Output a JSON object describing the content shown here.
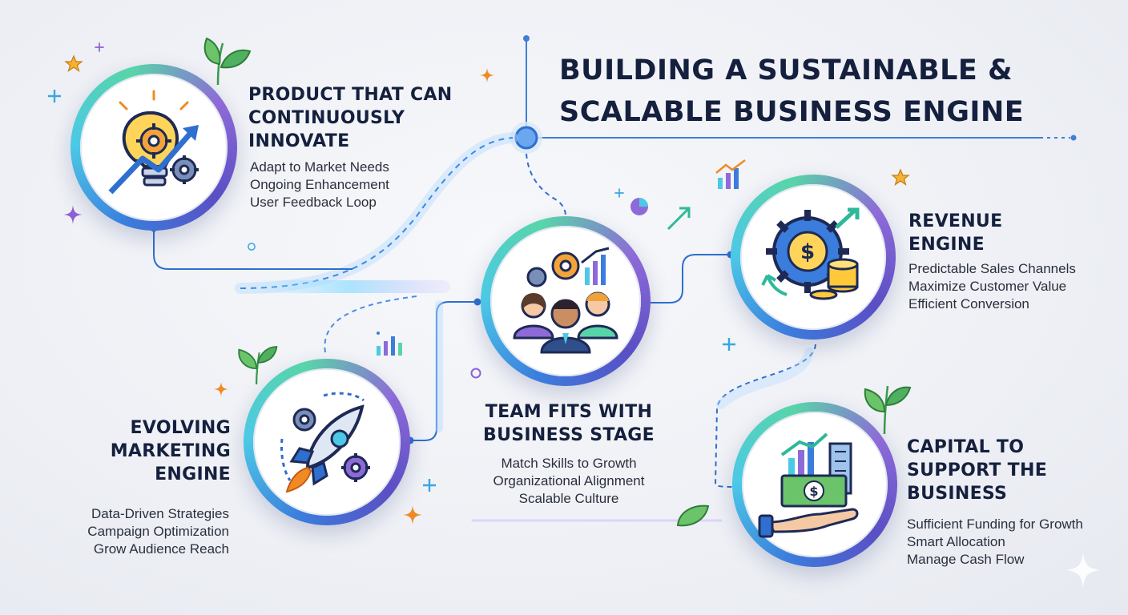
{
  "title": "BUILDING A SUSTAINABLE & SCALABLE BUSINESS ENGINE",
  "stages": [
    {
      "heading": "PRODUCT THAT CAN CONTINUOUSLY INNOVATE",
      "points": [
        "Adapt to Market Needs",
        "Ongoing Enhancement",
        "User Feedback Loop"
      ],
      "icon": "lightbulb-gears-icon"
    },
    {
      "heading": "EVOLVING MARKETING ENGINE",
      "points": [
        "Data-Driven Strategies",
        "Campaign Optimization",
        "Grow Audience Reach"
      ],
      "icon": "rocket-gears-icon"
    },
    {
      "heading": "TEAM FITS WITH BUSINESS STAGE",
      "points": [
        "Match Skills to Growth",
        "Organizational Alignment",
        "Scalable Culture"
      ],
      "icon": "team-people-icon"
    },
    {
      "heading": "REVENUE ENGINE",
      "points": [
        "Predictable Sales Channels",
        "Maximize Customer Value",
        "Efficient Conversion"
      ],
      "icon": "gear-coins-icon"
    },
    {
      "heading": "CAPITAL TO SUPPORT THE BUSINESS",
      "points": [
        "Sufficient Funding for Growth",
        "Smart Allocation",
        "Manage Cash Flow"
      ],
      "icon": "hand-money-icon"
    }
  ],
  "colors": {
    "text": "#15203e",
    "accent_blue": "#3b7ddd",
    "accent_teal": "#4cc9e6",
    "accent_green": "#58d5a8",
    "accent_purple": "#8e6ad8"
  }
}
